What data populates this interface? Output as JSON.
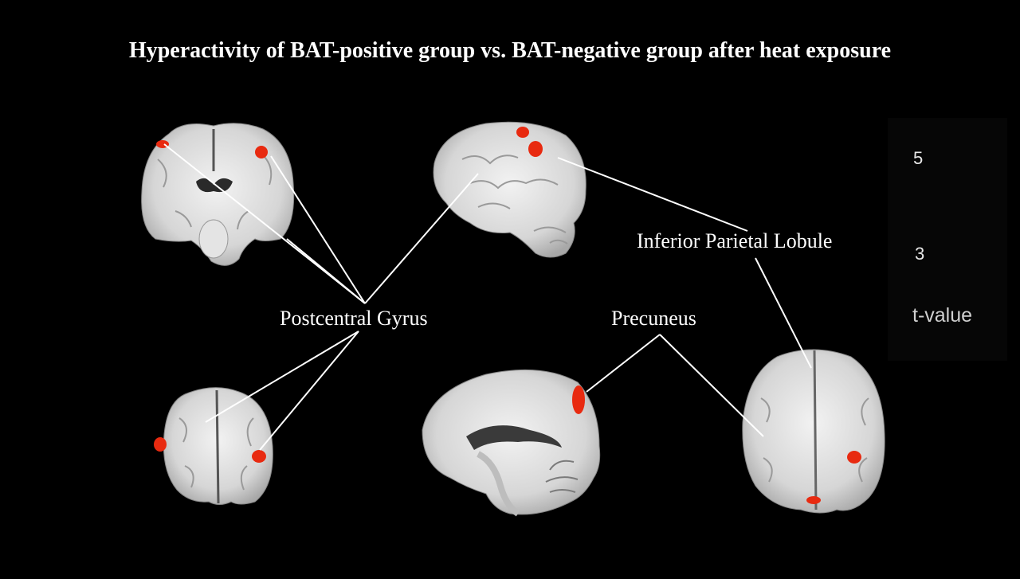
{
  "title": "Hyperactivity of BAT-positive group vs. BAT-negative group after heat exposure",
  "labels": {
    "postcentral": "Postcentral Gyrus",
    "precuneus": "Precuneus",
    "inferior_parietal": "Inferior Parietal Lobule"
  },
  "colorbar": {
    "tick_high": "5",
    "tick_low": "3",
    "title": "t-value",
    "color_low": "#5a0000",
    "color_mid": "#e03010",
    "color_high": "#f4f6c8"
  },
  "colors": {
    "background": "#000000",
    "activation": "#e82a10",
    "brain_tissue": "#d9d9d9",
    "leader_line": "#ffffff"
  }
}
